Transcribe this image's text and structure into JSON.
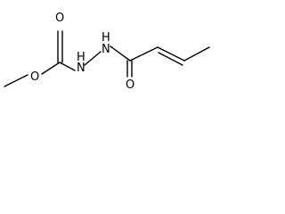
{
  "structure": {
    "atoms": {
      "ester_oxygen": "O",
      "carbamate_carbonyl_oxygen": "O",
      "hydrazine_nitrogen_1": "N",
      "hydrazine_nitrogen_2": "N",
      "hydrazine_hydrogen_1": "H",
      "hydrazine_hydrogen_2": "H",
      "amide_carbonyl_oxygen": "O"
    }
  }
}
